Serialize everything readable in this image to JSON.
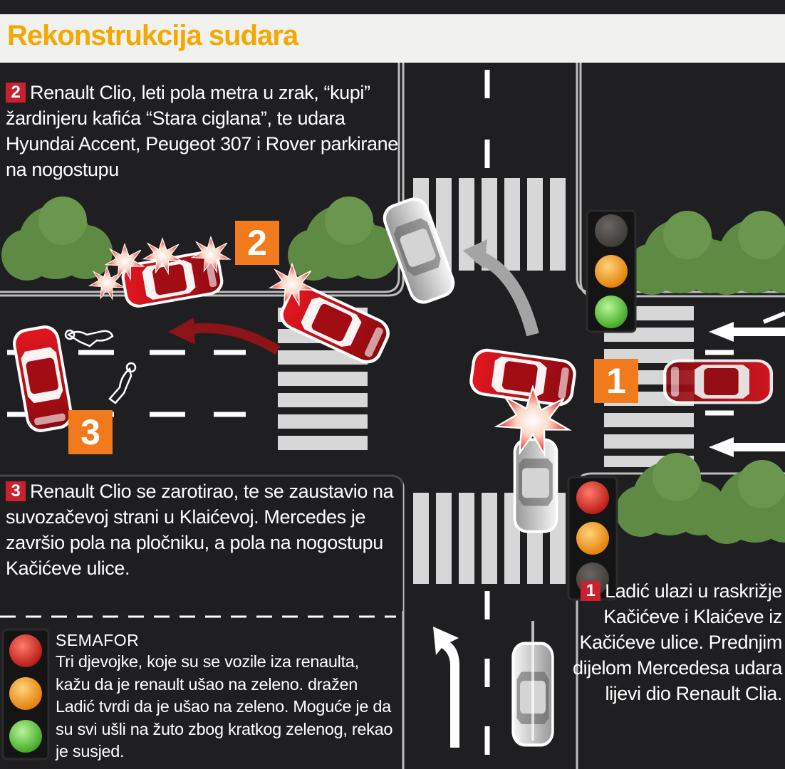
{
  "title": "Rekonstrukcija sudara",
  "steps": {
    "two": {
      "number": "2",
      "text": "Renault Clio, leti pola metra u zrak, “kupi” žardinjeru kafića “Stara ciglana”, te udara Hyundai Accent, Peugeot 307 i Rover parkirane na nogostupu"
    },
    "three": {
      "number": "3",
      "text": "Renault Clio se zarotirao, te se zaustavio na suvozačevoj strani u Klaićevoj. Mercedes je završio pola na pločniku, a pola na nogostupu Kačićeve ulice."
    },
    "one": {
      "number": "1",
      "text": "Ladić ulazi u raskrižje Kačićeve i Klaićeve iz Kačićeve ulice. Prednjim dijelom Mercedesa udara lijevi dio Renault Clia."
    }
  },
  "semafor": {
    "title": "SEMAFOR",
    "text": "Tri djevojke, koje su se vozile iza renaulta, kažu da je renault ušao na zeleno. dražen Ladić tvrdi da je ušao na zeleno. Moguće je da su svi ušli na žuto zbog kratkog zelenog, rekao je susjed."
  },
  "badges": {
    "one": "1",
    "two": "2",
    "three": "3"
  },
  "colors": {
    "title": "#f5a800",
    "badge": "#f07a1c",
    "number_box": "#c9212e",
    "red_car": "#d0141c",
    "white_car": "#e6e6e6",
    "tree": "#5f8a43",
    "asphalt": "#1f1f21"
  },
  "icons": [
    "traffic-light-icon",
    "crash-star-icon",
    "body-outline-icon",
    "lane-arrow-icon",
    "tree-icon",
    "car-icon"
  ]
}
